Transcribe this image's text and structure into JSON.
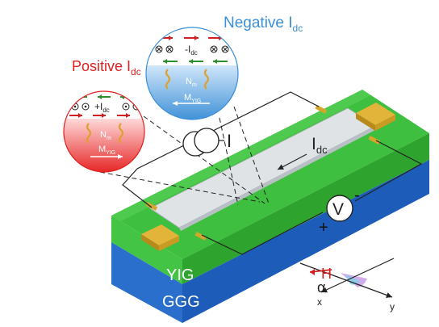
{
  "labels": {
    "negative_title_main": "Negative I",
    "negative_title_sub": "dc",
    "positive_title_main": "Positive I",
    "positive_title_sub": "dc",
    "neg_current_main": "-I",
    "neg_current_sub": "dc",
    "pos_current_main": "+I",
    "pos_current_sub": "dc",
    "nm_main": "N",
    "nm_sub": "m",
    "myig_main": "M",
    "myig_sub": "YIG",
    "source_label": "I",
    "strip_current_main": "I",
    "strip_current_sub": "dc",
    "voltmeter": "V",
    "minus": "-",
    "plus": "+",
    "yig": "YIG",
    "ggg": "GGG",
    "field": "H",
    "angle": "α",
    "axis_x": "x",
    "axis_y": "y"
  },
  "colors": {
    "yig_top": "#3fbf3f",
    "yig_side": "#2fa52f",
    "ggg_side": "#1f5fbf",
    "gold": "#d4a62a",
    "positive": "#e01f1f",
    "negative": "#3a8fd8",
    "magnon": "#e0a030",
    "spin_green": "#2f8f2f",
    "spin_red": "#d02020"
  }
}
